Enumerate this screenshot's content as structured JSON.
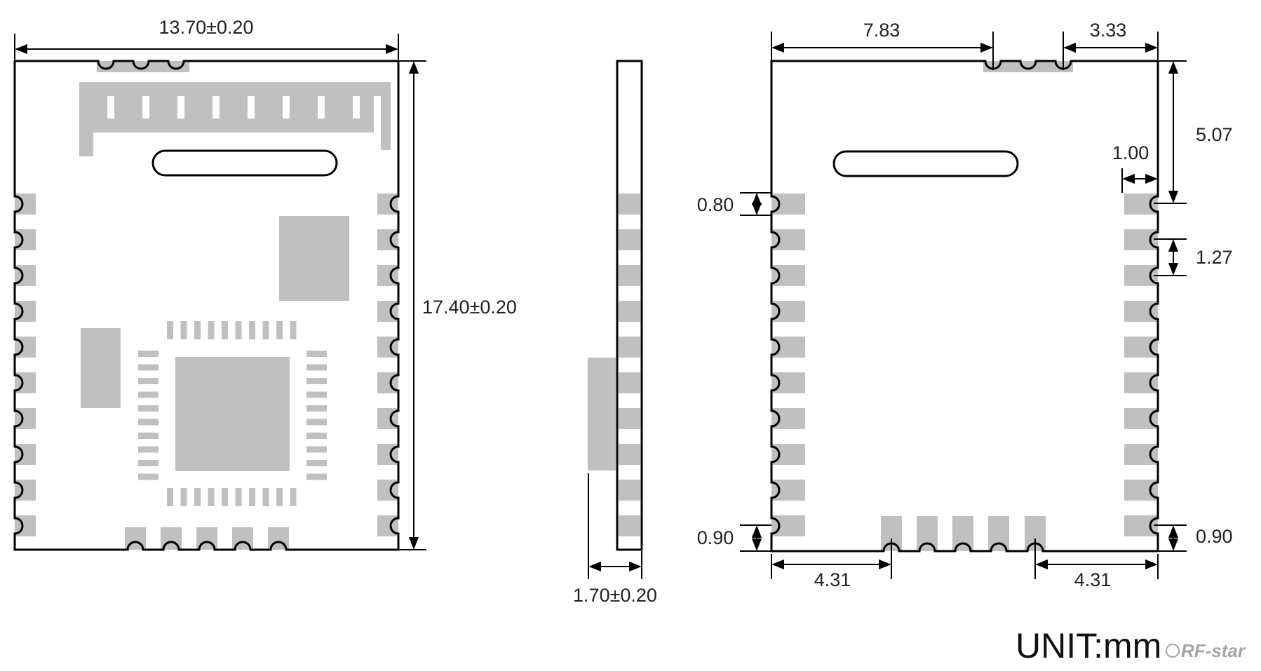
{
  "front_view": {
    "width_dim": "13.70±0.20",
    "height_dim": "17.40±0.20"
  },
  "side_view": {
    "thickness_dim": "1.70±0.20"
  },
  "bottom_view": {
    "dim_left_to_top_pin": "7.83",
    "dim_top_pin_to_right": "3.33",
    "dim_top_to_first_pin": "5.07",
    "dim_pad_length": "1.00",
    "dim_pin_width": "0.80",
    "dim_pin_pitch": "1.27",
    "dim_bottom_left_margin": "0.90",
    "dim_bottom_right_margin": "0.90",
    "dim_bottom_left_offset": "4.31",
    "dim_bottom_right_offset": "4.31"
  },
  "unit_label": "UNIT:mm",
  "logo_text": "RF-star",
  "colors": {
    "outline": "#000000",
    "pad": "#c0c0c0"
  }
}
